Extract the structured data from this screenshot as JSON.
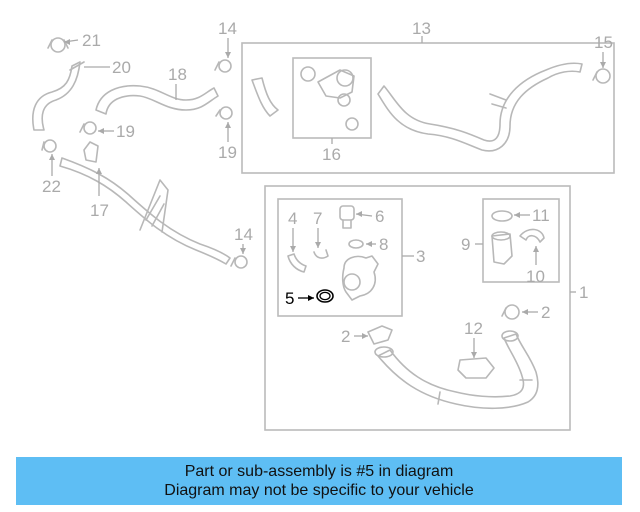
{
  "labels": {
    "c1": "1",
    "c2a": "2",
    "c2b": "2",
    "c3": "3",
    "c4": "4",
    "c5": "5",
    "c6": "6",
    "c7": "7",
    "c8": "8",
    "c9": "9",
    "c10": "10",
    "c11": "11",
    "c12": "12",
    "c13": "13",
    "c14a": "14",
    "c14b": "14",
    "c15": "15",
    "c16": "16",
    "c17": "17",
    "c18": "18",
    "c19a": "19",
    "c19b": "19",
    "c20": "20",
    "c21": "21",
    "c22": "22"
  },
  "highlighted_part": "5",
  "banner": {
    "line1": "Part or sub-assembly is #5 in diagram",
    "line2": "Diagram may not be specific to your vehicle",
    "color": "#5ebef4"
  },
  "colors": {
    "part_line": "#b8b8b8",
    "label": "#aaaaaa",
    "highlight": "#000000"
  }
}
